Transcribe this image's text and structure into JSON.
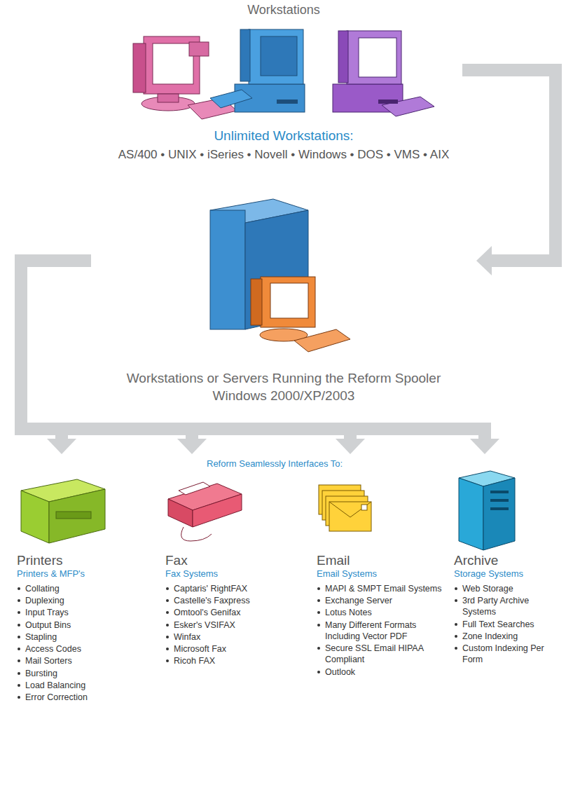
{
  "diagram": {
    "nodes": [
      {
        "text": [
          "Workstations",
          "Unlimited Workstations:",
          "AS/400 • UNIX • iSeries • Novell • Windows • DOS • VMS • AIX"
        ]
      },
      {
        "text": [
          "Workstations or Servers Running the Reform Spooler",
          "Windows 2000/XP/2003"
        ]
      },
      {
        "text": [
          "Printers",
          "Printers & MFP's",
          "Collating",
          "Duplexing",
          "Input Trays",
          "Output Bins",
          "Stapling",
          "Access Codes",
          "Mail Sorters",
          "Bursting",
          "Load Balancing",
          "Error Correction"
        ]
      },
      {
        "text": [
          "Fax",
          "Fax Systems",
          "Captaris' RightFAX",
          "Castelle's Faxpress",
          "Omtool's Genifax",
          "Esker's VSIFAX",
          "Winfax",
          "Microsoft Fax",
          "Ricoh FAX"
        ]
      },
      {
        "text": [
          "Email",
          "Email Systems",
          "MAPI & SMPT Email Systems",
          "Exchange Server",
          "Lotus Notes",
          "Many Different Formats Including Vector PDF",
          "Secure SSL Email HIPAA Compliant",
          "Outlook"
        ]
      },
      {
        "text": [
          "Archive",
          "Storage Systems",
          "Web Storage",
          "3rd Party Archive Systems",
          "Full Text Searches",
          "Zone Indexing",
          "Custom Indexing Per Form"
        ]
      }
    ],
    "edges": [
      {
        "from": 0,
        "to": 1,
        "arrow": "to"
      },
      {
        "from": 1,
        "to": 2,
        "arrow": "to"
      },
      {
        "from": 1,
        "to": 3,
        "arrow": "to"
      },
      {
        "from": 1,
        "to": 4,
        "arrow": "to"
      },
      {
        "from": 1,
        "to": 5,
        "arrow": "to"
      }
    ],
    "labels": [
      "Reform Seamlessly Interfaces To:"
    ]
  }
}
